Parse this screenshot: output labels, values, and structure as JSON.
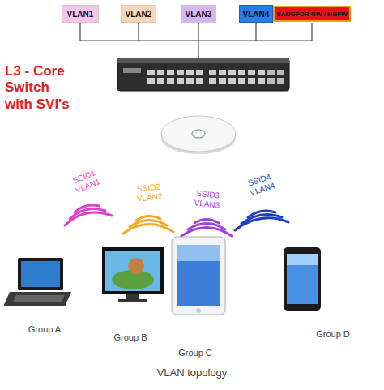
{
  "diagram": {
    "caption": "VLAN topology",
    "nodes": [
      {
        "text": [
          "VLAN1"
        ]
      },
      {
        "text": [
          "VLAN2"
        ]
      },
      {
        "text": [
          "VLAN3"
        ]
      },
      {
        "text": [
          "VLAN4"
        ]
      },
      {
        "text": [
          "SANGFOR GW / NGFW"
        ]
      }
    ],
    "labels": [
      "L3 - Core Switch with SVI's",
      "SSID1 VLAN1",
      "SSID2 VLAN2",
      "SSID3 VLAN3",
      "SSID4 VLAN4",
      "Group A",
      "Group B",
      "Group C",
      "Group D"
    ]
  }
}
